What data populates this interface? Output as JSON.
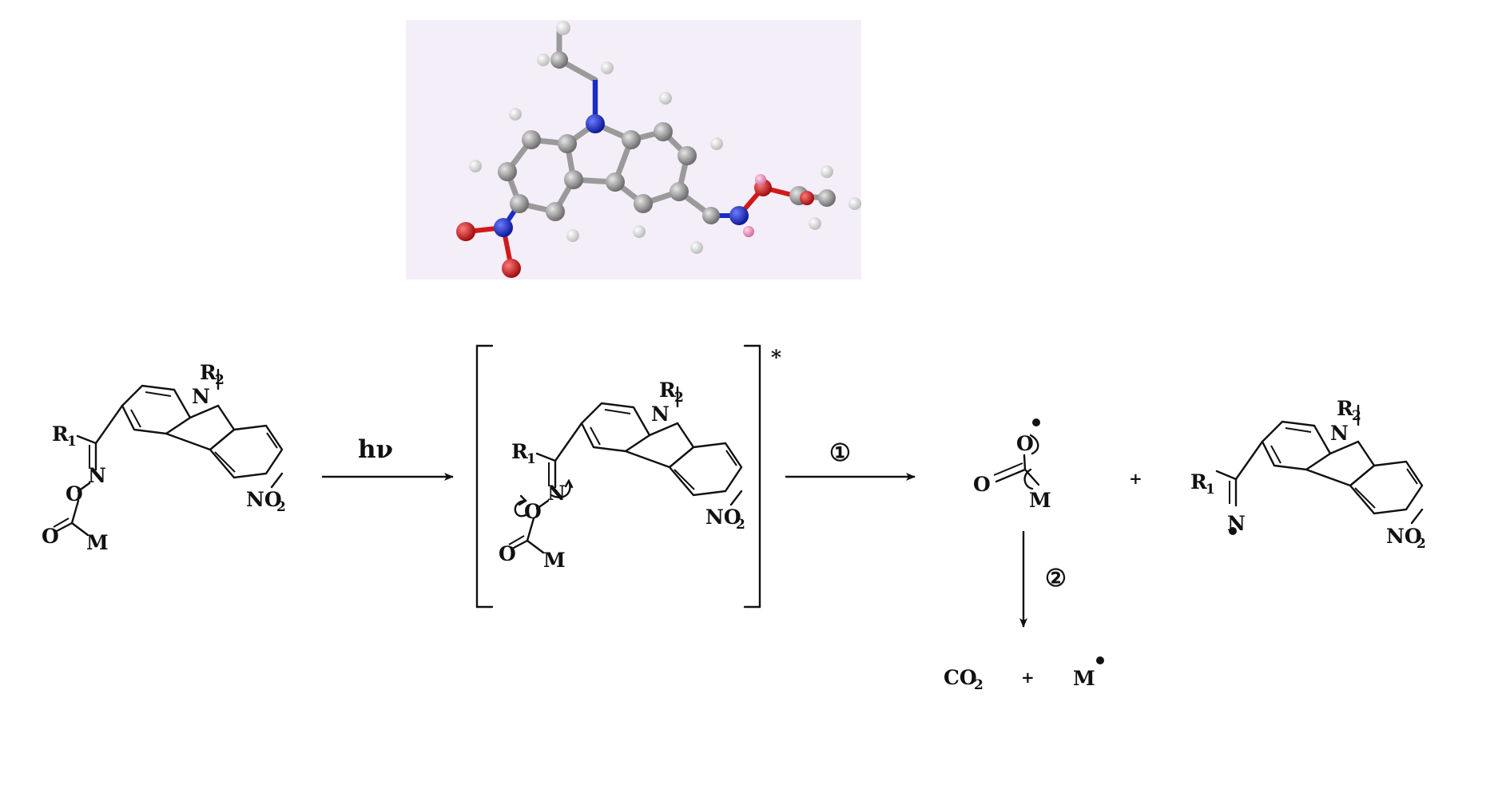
{
  "model": {
    "background": "#f4eef9",
    "atom_colors": {
      "carbon": "#8a8a8a",
      "nitrogen": "#1a2bc8",
      "oxygen": "#d01a1a",
      "hydrogen": "#e2e2e2",
      "ester_hydrogen": "#e58fb7"
    }
  },
  "labels": {
    "r1": "R",
    "r1_sub": "1",
    "r2": "R",
    "r2_sub": "2",
    "n_ring": "N",
    "n_oxime": "N",
    "o": "O",
    "o_carbonyl": "O",
    "m": "M",
    "no2": "NO",
    "no2_sub": "2",
    "hv": "hν",
    "excited_star": "*",
    "step1": "①",
    "step2": "②",
    "plus": "+",
    "co2": "CO",
    "co2_sub": "2",
    "m_radical": "M"
  }
}
